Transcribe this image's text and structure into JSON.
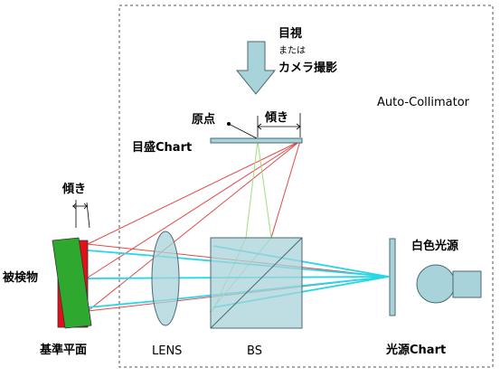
{
  "title": {
    "line1": "目視",
    "line2": "または",
    "line3": "カメラ撮影"
  },
  "labels": {
    "auto_collimator": "Auto-Collimator",
    "origin": "原点",
    "tilt_top": "傾き",
    "scale_chart": "目盛Chart",
    "tilt_left": "傾き",
    "specimen": "被検物",
    "reference_plane": "基準平面",
    "lens": "LENS",
    "bs": "BS",
    "light_source_chart": "光源Chart",
    "white_light_source": "白色光源"
  },
  "colors": {
    "beam_cyan": "#27d6e8",
    "beam_red": "#e24a4a",
    "beam_green": "#9fe07a",
    "component_fill": "#a9d3da",
    "component_stroke": "#4a6a72",
    "specimen_green": "#2fa82f",
    "reference_red": "#e3101a",
    "dashed_border": "#555555"
  }
}
